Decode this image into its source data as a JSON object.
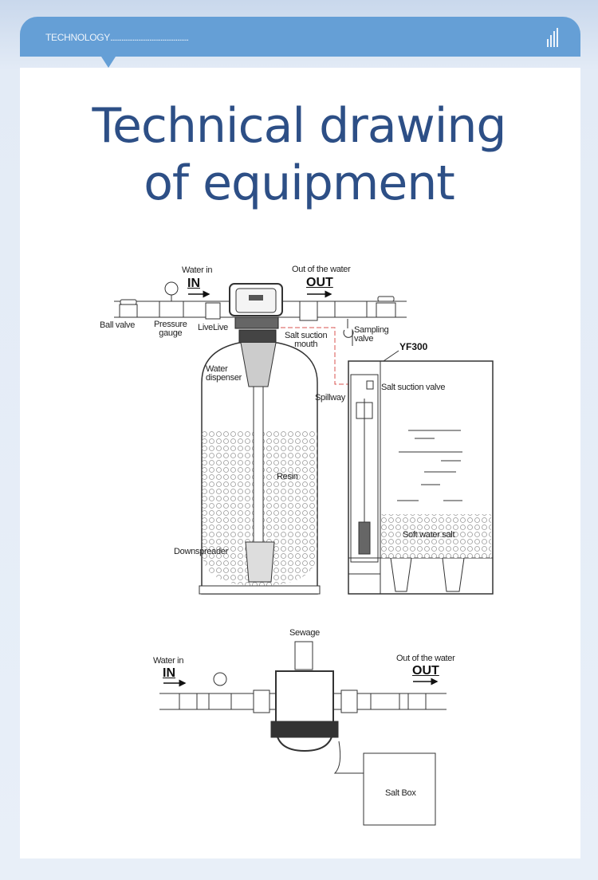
{
  "header": {
    "section": "TECHNOLOGY",
    "dots": "..........................................",
    "icon": "signal-bars-icon"
  },
  "title": {
    "line1": "Technical drawing",
    "line2": "of equipment"
  },
  "diagram_top": {
    "water_in": "Water in",
    "in": "IN",
    "water_out": "Out of the water",
    "out": "OUT",
    "ball_valve": "Ball valve",
    "pressure_gauge_1": "Pressure",
    "pressure_gauge_2": "gauge",
    "live": "LiveLive",
    "salt_suction_mouth_1": "Salt suction",
    "salt_suction_mouth_2": "mouth",
    "sampling_valve_1": "Sampling",
    "sampling_valve_2": "valve",
    "model": "YF300",
    "water_dispenser_1": "Water",
    "water_dispenser_2": "dispenser",
    "salt_suction_valve": "Salt suction valve",
    "spillway": "Spillway",
    "resin": "Resin",
    "downspreader": "Downspreader",
    "soft_water_salt": "Soft water salt"
  },
  "diagram_bottom": {
    "sewage": "Sewage",
    "water_in": "Water in",
    "in": "IN",
    "water_out": "Out of the water",
    "out": "OUT",
    "salt_box": "Salt Box"
  },
  "colors": {
    "accent": "#659fd6",
    "title": "#2d4f86",
    "suction_line": "#d9534f"
  }
}
